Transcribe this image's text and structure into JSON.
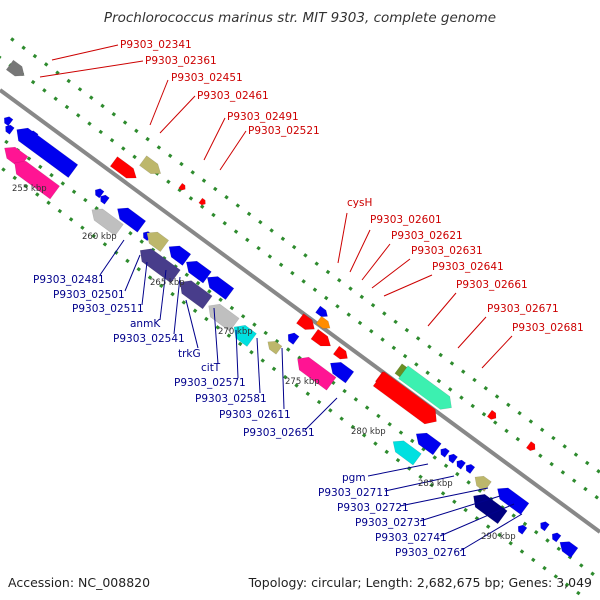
{
  "title": "Prochlorococcus marinus str. MIT 9303, complete genome",
  "accession": "Accession: NC_008820",
  "topology": "Topology: circular; Length: 2,682,675 bp; Genes: 3,049",
  "colors": {
    "backbone": "#888888",
    "dots": "#2e8b2e",
    "forward_label": "#cc0000",
    "reverse_label": "#00008b",
    "blue": "#0000ee",
    "red": "#ff0000",
    "magenta": "#ff1493",
    "khaki": "#bdb76b",
    "slate": "#483d8b",
    "grey": "#bfbfbf",
    "cyan": "#00e0e0",
    "mint": "#3cf0b0",
    "olive": "#6b8e23",
    "orange": "#ff8c00",
    "navy": "#000080"
  },
  "ticks": [
    {
      "label": "255 kbp"
    },
    {
      "label": "260 kbp"
    },
    {
      "label": "265 kbp"
    },
    {
      "label": "270 kbp"
    },
    {
      "label": "275 kbp"
    },
    {
      "label": "280 kbp"
    },
    {
      "label": "285 kbp"
    },
    {
      "label": "290 kbp"
    }
  ],
  "forward_labels": [
    "P9303_02341",
    "P9303_02361",
    "P9303_02451",
    "P9303_02461",
    "P9303_02491",
    "P9303_02521",
    "cysH",
    "P9303_02601",
    "P9303_02621",
    "P9303_02631",
    "P9303_02641",
    "P9303_02661",
    "P9303_02671",
    "P9303_02681"
  ],
  "reverse_labels": [
    "P9303_02481",
    "P9303_02501",
    "P9303_02511",
    "anmK",
    "P9303_02541",
    "trkG",
    "citT",
    "P9303_02571",
    "P9303_02581",
    "P9303_02611",
    "P9303_02651",
    "pgm",
    "P9303_02711",
    "P9303_02721",
    "P9303_02731",
    "P9303_02741",
    "P9303_02761"
  ]
}
